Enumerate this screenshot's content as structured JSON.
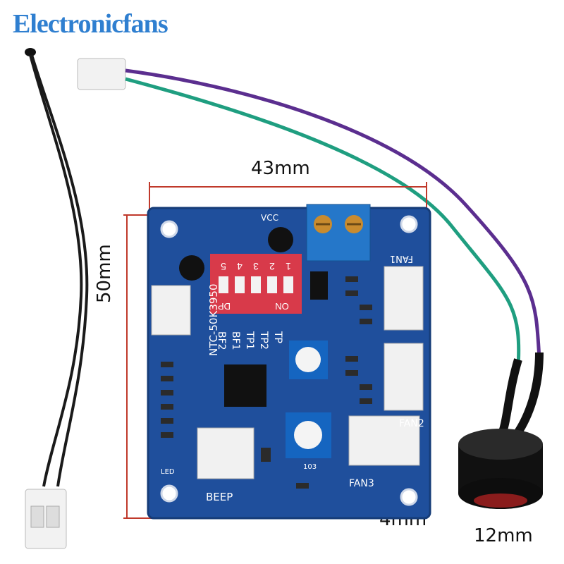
{
  "brand": {
    "name": "Electronicfans",
    "color": "#2f7fd0"
  },
  "dimensions": {
    "width": "43mm",
    "height": "50mm",
    "hole": "4mm",
    "buzzer": "12mm"
  },
  "board": {
    "color": "#1f4f9c",
    "dip_switch": {
      "numbers": [
        "5",
        "4",
        "3",
        "2",
        "1"
      ],
      "labels": [
        "DP",
        "ON"
      ]
    },
    "silkscreen": [
      "NTC-50K3950",
      "TP1",
      "TP2",
      "BF1",
      "BF2",
      "TP",
      "VCC",
      "LED"
    ],
    "connectors": [
      "FAN1",
      "FAN2",
      "FAN3",
      "BEEP"
    ],
    "potentiometer_code": "103"
  }
}
